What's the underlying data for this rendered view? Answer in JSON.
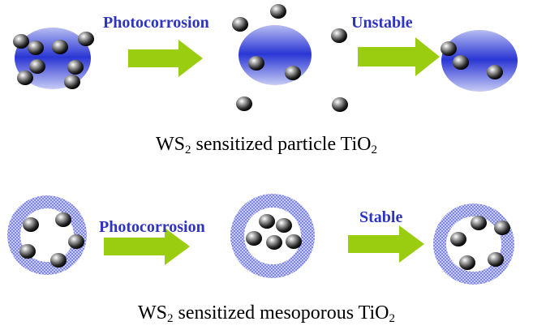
{
  "colors": {
    "sphere_center": "#2d39d6",
    "sphere_edge": "#b9bff2",
    "ring_blue": "#5a64d8",
    "arrow_green": "#9acd10",
    "label_blue": "#2e34c0",
    "particle_dark": "#1a1a1a"
  },
  "top_row": {
    "step1_label": "Photocorrosion",
    "step2_label": "Unstable",
    "caption": {
      "prefix": "WS",
      "prefix_sub": "2",
      "middle": " sensitized particle TiO",
      "suffix_sub": "2"
    }
  },
  "bottom_row": {
    "step1_label": "Photocorrosion",
    "step2_label": "Stable",
    "caption": {
      "prefix": "WS",
      "prefix_sub": "2",
      "middle": " sensitized mesoporous TiO",
      "suffix_sub": "2"
    }
  }
}
